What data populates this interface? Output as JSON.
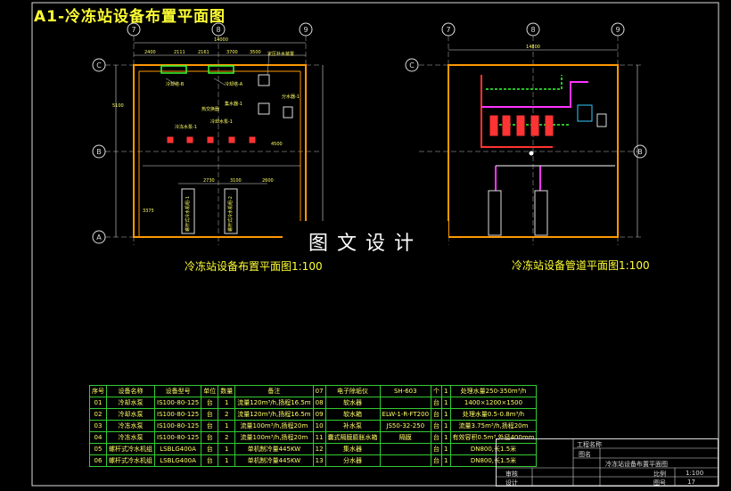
{
  "title": "A1-冷冻站设备布置平面图",
  "watermark": "图文设计",
  "left_plan": {
    "caption": "冷冻站设备布置平面图1:100",
    "axis_top": [
      "7",
      "8",
      "9"
    ],
    "axis_left": [
      "C",
      "B",
      "A"
    ],
    "dims": [
      "14000",
      "2400",
      "2111",
      "2161",
      "3700",
      "3500",
      "5100",
      "3700",
      "4500",
      "2730",
      "3100",
      "2600",
      "3375"
    ],
    "labels": [
      "冷却塔-B",
      "冷却塔-A",
      "冷冻水泵-1",
      "冷却水泵-1",
      "热交换器",
      "集水器-1",
      "分水器-1",
      "定压补水装置",
      "螺杆式冷水机组-1",
      "螺杆式冷水机组-2"
    ]
  },
  "right_plan": {
    "caption": "冷冻站设备管道平面图1:100",
    "axis_top": [
      "7",
      "8",
      "9"
    ],
    "axis_left": [
      "C",
      "B",
      "A"
    ],
    "dims": [
      "14800"
    ]
  },
  "table": {
    "rows": [
      [
        "序号",
        "设备名称",
        "设备型号",
        "单位",
        "数量",
        "备注",
        "07",
        "电子除垢仪",
        "SH-603",
        "个",
        "1",
        "处理水量250-350m³/h"
      ],
      [
        "01",
        "冷却水泵",
        "IS100-80-125",
        "台",
        "1",
        "流量120m³/h,扬程16.5m",
        "08",
        "软水器",
        "",
        "台",
        "1",
        "1400×1200×1500"
      ],
      [
        "02",
        "冷却水泵",
        "IS100-80-125",
        "台",
        "2",
        "流量120m³/h,扬程16.5m",
        "09",
        "软水箱",
        "ELW-1-R-FT200",
        "台",
        "1",
        "处理水量0.5-0.8m³/h"
      ],
      [
        "03",
        "冷冻水泵",
        "IS100-80-125",
        "台",
        "1",
        "流量100m³/h,扬程20m",
        "10",
        "补水泵",
        "JS50-32-250",
        "台",
        "1",
        "流量3.75m³/h,扬程20m"
      ],
      [
        "04",
        "冷冻水泵",
        "IS100-80-125",
        "台",
        "2",
        "流量100m³/h,扬程20m",
        "11",
        "囊式隔膜膨胀水箱",
        "隔膜",
        "台",
        "1",
        "有效容积0.5m³,外径400mm"
      ],
      [
        "05",
        "螺杆式冷水机组",
        "LSBLG400A",
        "台",
        "1",
        "单机制冷量445KW",
        "12",
        "集水器",
        "",
        "台",
        "1",
        "DN800,长1.5米"
      ],
      [
        "06",
        "螺杆式冷水机组",
        "LSBLG400A",
        "台",
        "1",
        "单机制冷量445KW",
        "13",
        "分水器",
        "",
        "台",
        "1",
        "DN800,长1.5米"
      ]
    ]
  },
  "title_block": {
    "company": "工程名称",
    "drawing_title_label": "图名",
    "drawing_title": "冷冻站设备布置平面图",
    "design": "设计",
    "check": "审核",
    "scale_label": "比例",
    "scale": "1:100",
    "sheet_label": "图号",
    "sheet": "17"
  }
}
